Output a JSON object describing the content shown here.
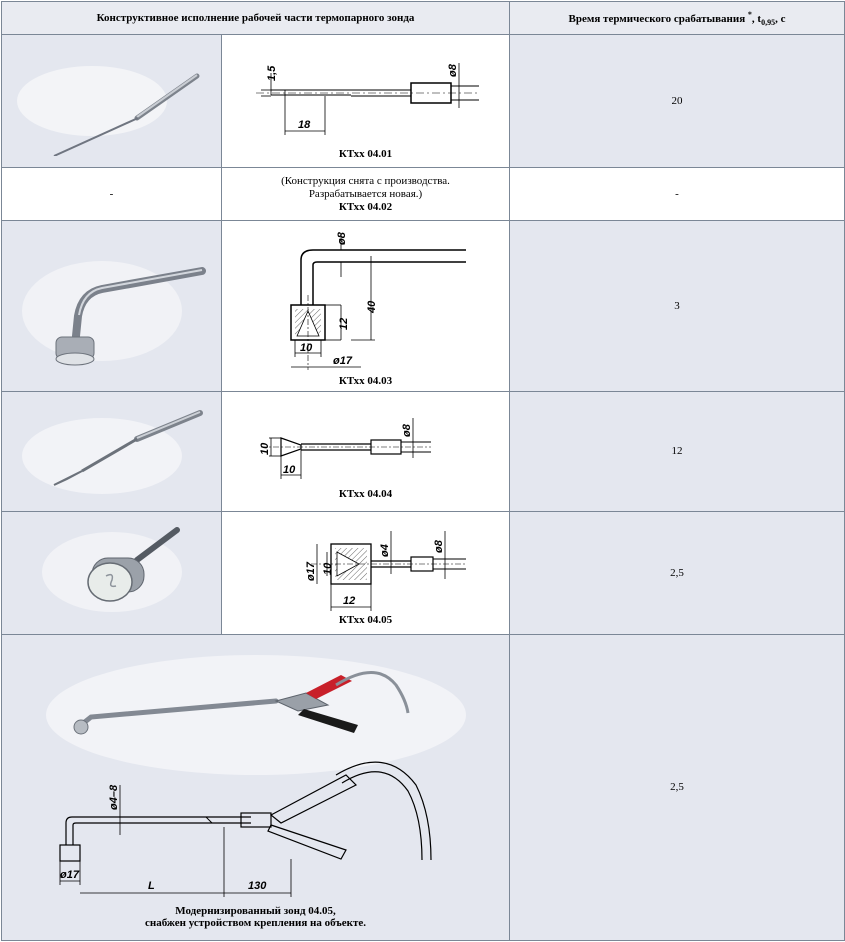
{
  "header": {
    "col_design": "Конструктивное исполнение рабочей части термопарного зонда",
    "col_time_prefix": "Время термического срабатывания",
    "col_time_star": "*",
    "col_time_var": ", t",
    "col_time_sub": "0,95",
    "col_time_unit": ", с"
  },
  "rows": [
    {
      "model": "КТхх 04.01",
      "time": "20",
      "dims": {
        "d1": "1,5",
        "d2": "ø8",
        "d3": "18"
      }
    },
    {
      "photo": "-",
      "note_line1": "(Конструкция снята с производства.",
      "note_line2": "Разрабатывается новая.)",
      "model": "КТхх 04.02",
      "time": "-"
    },
    {
      "model": "КТхх 04.03",
      "time": "3",
      "dims": {
        "d1": "ø8",
        "d2": "40",
        "d3": "12",
        "d4": "10",
        "d5": "ø17"
      }
    },
    {
      "model": "КТхх 04.04",
      "time": "12",
      "dims": {
        "d1": "10",
        "d2": "ø8",
        "d3": "10"
      }
    },
    {
      "model": "КТхх 04.05",
      "time": "2,5",
      "dims": {
        "d1": "ø17",
        "d2": "10",
        "d3": "ø4",
        "d4": "ø8",
        "d5": "12"
      }
    },
    {
      "caption_line1": "Модернизированный зонд 04.05,",
      "caption_line2": "снабжен устройством крепления на объекте.",
      "time": "2,5",
      "dims": {
        "d1": "ø4–8",
        "d2": "ø17",
        "d3": "L",
        "d4": "130"
      }
    }
  ]
}
